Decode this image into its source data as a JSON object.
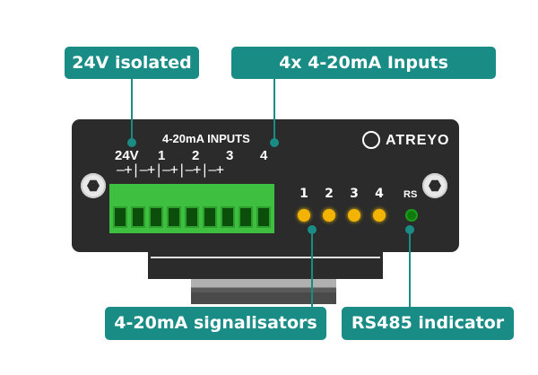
{
  "callouts": {
    "isolated": "24V isolated",
    "inputs": "4x 4-20mA Inputs",
    "signalisators": "4-20mA signalisators",
    "rs485": "RS485 indicator"
  },
  "module": {
    "inputs_title": "4-20mA INPUTS",
    "terminal_labels": [
      "24V",
      "1",
      "2",
      "3",
      "4"
    ],
    "polarity": "–+|–+|–+|–+|–+",
    "brand": "ATREYO",
    "led_labels": [
      "1",
      "2",
      "3",
      "4"
    ],
    "rs_label": "RS"
  },
  "colors": {
    "accent": "#1a8c86",
    "module": "#2b2b2b",
    "terminal": "#3fbf3f",
    "led_signal": "#f2b400",
    "led_rs": "#0e7a0e"
  }
}
